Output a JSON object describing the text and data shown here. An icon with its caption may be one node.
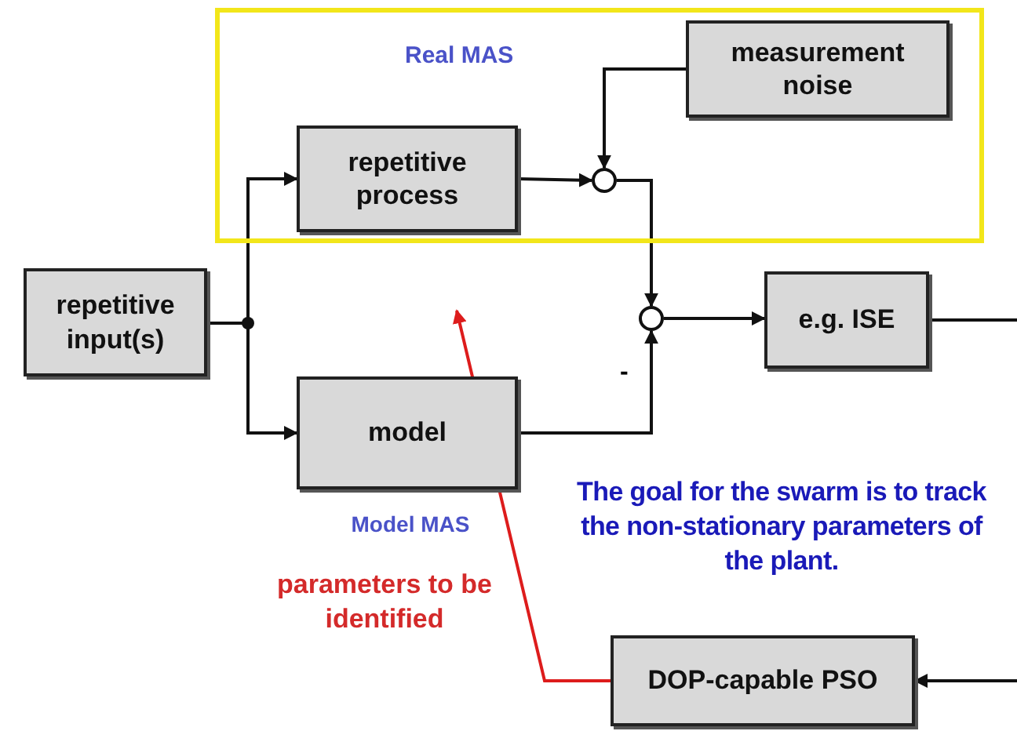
{
  "diagram": {
    "nodes": [
      {
        "text": [
          "Real MAS"
        ]
      },
      {
        "text": [
          "repetitive input(s)"
        ]
      },
      {
        "text": [
          "repetitive process"
        ],
        "in": 0
      },
      {
        "text": [
          "measurement noise"
        ],
        "in": 0
      },
      {
        "text": [],
        "shape": "circle",
        "in": 0
      },
      {
        "text": [],
        "shape": "circle"
      },
      {
        "text": [
          "e.g. ISE"
        ]
      },
      {
        "text": [
          "model"
        ],
        "beside": [
          "Model MAS"
        ]
      },
      {
        "text": [
          "DOP-capable PSO"
        ]
      }
    ],
    "edges": [
      {
        "from": 1,
        "to": 2,
        "arrow": "to"
      },
      {
        "from": 1,
        "to": 7,
        "arrow": "to"
      },
      {
        "from": 2,
        "to": 4,
        "arrow": "to"
      },
      {
        "from": 3,
        "to": 4,
        "arrow": "to"
      },
      {
        "from": 4,
        "to": 5,
        "arrow": "to"
      },
      {
        "from": 7,
        "to": 5,
        "arrow": "to",
        "label": "-"
      },
      {
        "from": 5,
        "to": 6,
        "arrow": "to"
      },
      {
        "from": 6,
        "to": null,
        "arrow": "none"
      },
      {
        "from": null,
        "to": 8,
        "arrow": "to"
      },
      {
        "from": 8,
        "to": null,
        "arrow": "to",
        "color": "#dd1c1c"
      }
    ],
    "labels": [
      "parameters to be identified",
      "The goal for the swarm is to track the non-stationary parameters of the plant."
    ]
  }
}
